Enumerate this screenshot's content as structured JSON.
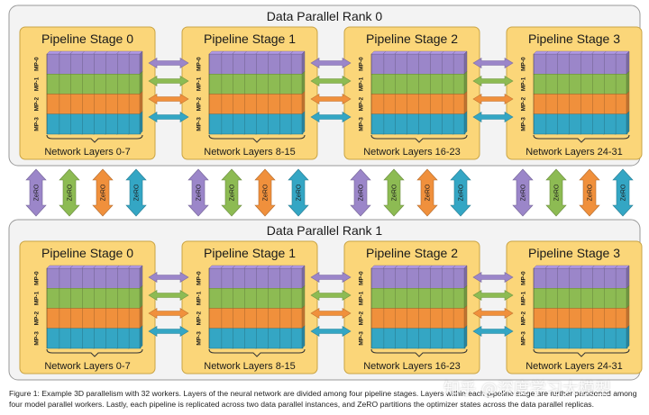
{
  "ranks": [
    {
      "title": "Data Parallel Rank 0"
    },
    {
      "title": "Data Parallel Rank 1"
    }
  ],
  "stages": [
    {
      "title": "Pipeline Stage 0",
      "layers": "Network Layers 0-7"
    },
    {
      "title": "Pipeline Stage 1",
      "layers": "Network Layers 8-15"
    },
    {
      "title": "Pipeline Stage 2",
      "layers": "Network Layers 16-23"
    },
    {
      "title": "Pipeline Stage 3",
      "layers": "Network Layers 24-31"
    }
  ],
  "mp_labels": [
    "MP-0",
    "MP-1",
    "MP-2",
    "MP-3"
  ],
  "zero_label": "ZeRO",
  "caption": "Figure 1: Example 3D parallelism with 32 workers. Layers of the neural network are divided among four pipeline stages. Layers within each pipeline stage are further partitioned among four model parallel workers. Lastly, each pipeline is replicated across two data parallel instances, and ZeRO partitions the optimizer states across the data parallel replicas.",
  "watermark": "知乎 @深度学习大模型",
  "colors": {
    "mp0": "#9b86c9",
    "mp1": "#8dbb53",
    "mp2": "#f0903c",
    "mp3": "#34a6c4",
    "stage_fill": "#fbd679",
    "stage_stroke": "#c9a445",
    "rank_fill": "#f3f3f3",
    "rank_stroke": "#9a9a9a"
  }
}
